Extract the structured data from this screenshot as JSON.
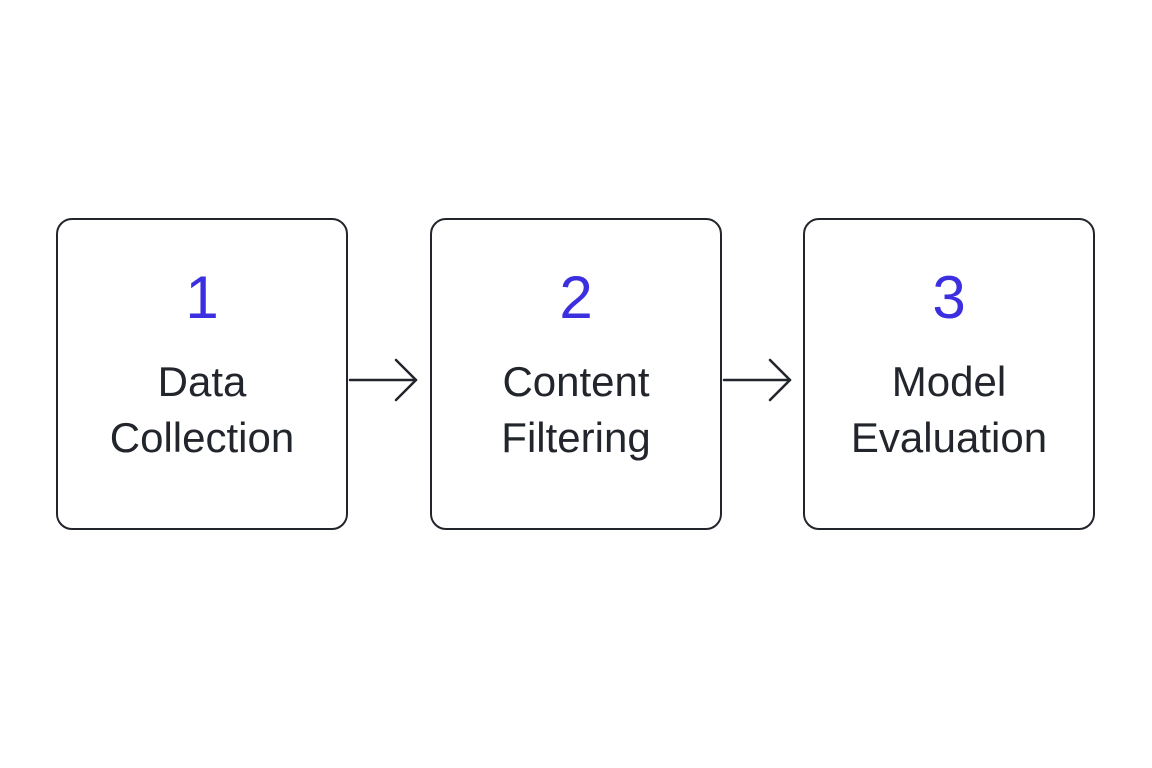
{
  "colors": {
    "number": "#3b2fe0",
    "text": "#22252b",
    "border": "#22252b",
    "arrow": "#22252b",
    "background": "#ffffff"
  },
  "steps": [
    {
      "number": "1",
      "label": "Data\nCollection"
    },
    {
      "number": "2",
      "label": "Content\nFiltering"
    },
    {
      "number": "3",
      "label": "Model\nEvaluation"
    }
  ],
  "connectors": [
    {
      "from": "1",
      "to": "2",
      "icon": "arrow-right-icon"
    },
    {
      "from": "2",
      "to": "3",
      "icon": "arrow-right-icon"
    }
  ]
}
